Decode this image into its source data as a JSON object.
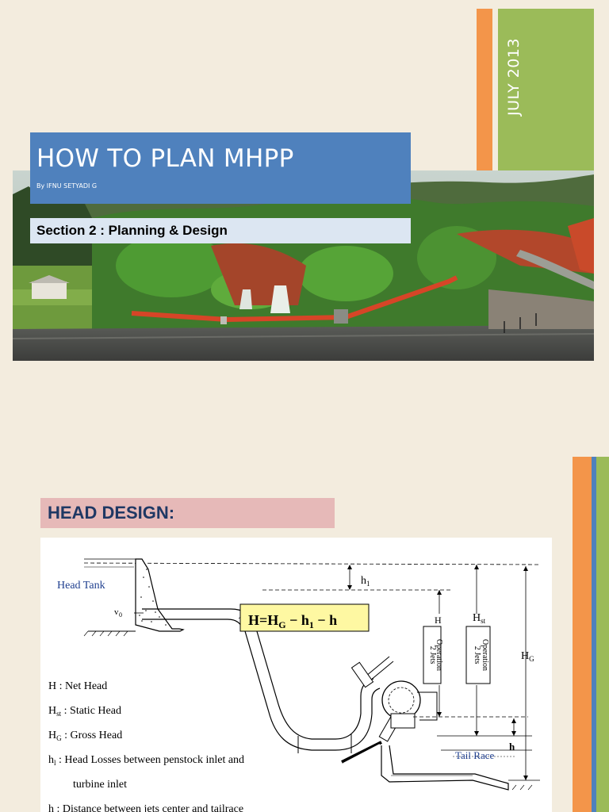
{
  "slide1": {
    "date": "JULY 2013",
    "title": "HOW TO PLAN MHPP",
    "author": "By IFNU SETYADI G",
    "section": "Section 2 : Planning & Design"
  },
  "slide2": {
    "heading": "HEAD DESIGN:",
    "diagram": {
      "head_tank": "Head Tank",
      "v0": "v",
      "v0_sub": "0",
      "formula": {
        "lhs": "H=H",
        "hg_sub": "G",
        "minus1": " − h",
        "h1_sub": "1",
        "minus2": " − h"
      },
      "h1_label": "h",
      "h1_sub": "1",
      "h_label": "H",
      "hst_label": "H",
      "hst_sub": "st",
      "hg_label": "H",
      "hg_sub": "G",
      "jets1": "2 Jets",
      "jets2": "Operation",
      "h_small": "h",
      "tail_race": "Tail Race",
      "legend": {
        "net_head_sym": "H",
        "net_head": " : Net Head",
        "static_sym": "H",
        "static_sub": "st",
        "static": " : Static Head",
        "gross_sym": "H",
        "gross_sub": "G",
        "gross": " : Gross Head",
        "loss_sym": "h",
        "loss_sub": "l",
        "loss": " : Head Losses between penstock inlet and",
        "loss2": "turbine inlet",
        "dist_sym": "h",
        "dist": " : Distance between jets center and tailrace"
      }
    }
  }
}
